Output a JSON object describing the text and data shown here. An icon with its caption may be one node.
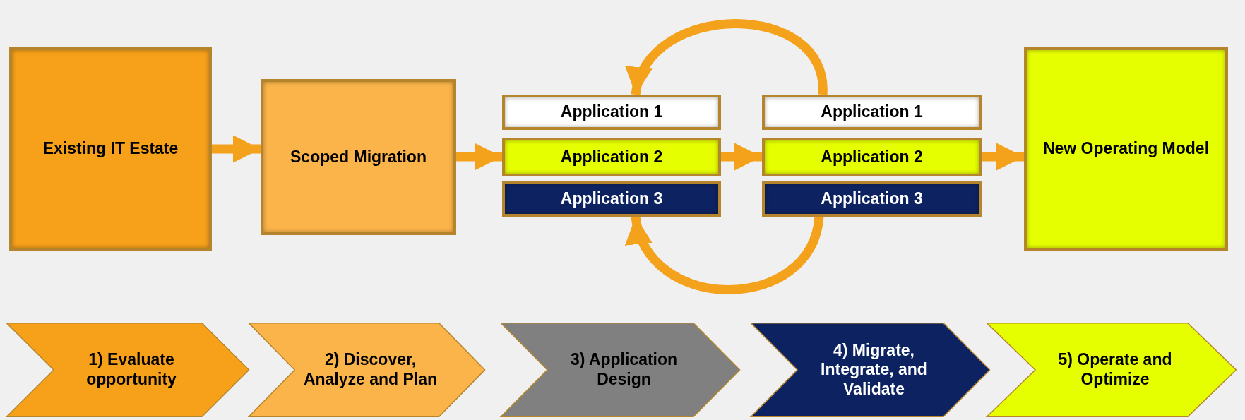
{
  "diagram": {
    "nodes": [
      {
        "text": [
          "Existing IT Estate"
        ]
      },
      {
        "text": [
          "Scoped Migration"
        ]
      },
      {
        "text": [
          "Application 1"
        ]
      },
      {
        "text": [
          "Application 2"
        ]
      },
      {
        "text": [
          "Application 3"
        ]
      },
      {
        "text": [
          "Application 1"
        ]
      },
      {
        "text": [
          "Application 2"
        ]
      },
      {
        "text": [
          "Application 3"
        ]
      },
      {
        "text": [
          "New Operating Model"
        ]
      },
      {
        "text": [
          "1) Evaluate opportunity"
        ]
      },
      {
        "text": [
          "2) Discover, Analyze and Plan"
        ]
      },
      {
        "text": [
          "3) Application Design"
        ]
      },
      {
        "text": [
          "4) Migrate, Integrate, and Validate"
        ]
      },
      {
        "text": [
          "5) Operate and Optimize"
        ]
      }
    ],
    "edges": [
      {
        "from": 0,
        "to": 1,
        "arrow": "to"
      },
      {
        "from": 1,
        "to": 3,
        "arrow": "to"
      },
      {
        "from": 3,
        "to": 6,
        "arrow": "to"
      },
      {
        "from": 6,
        "to": 8,
        "arrow": "to"
      },
      {
        "from": 5,
        "to": 2,
        "arrow": "to"
      },
      {
        "from": 7,
        "to": 4,
        "arrow": "to"
      }
    ]
  }
}
